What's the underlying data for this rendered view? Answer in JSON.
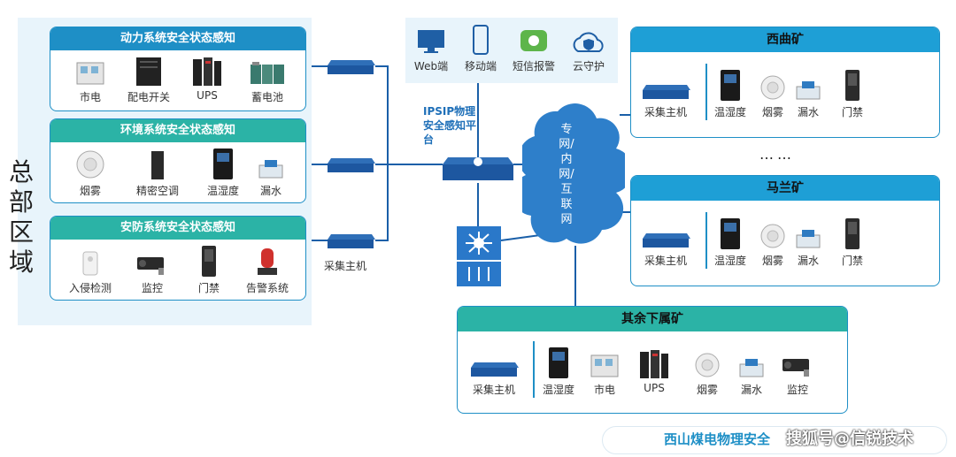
{
  "hq": {
    "label": "总部区域"
  },
  "hq_panels": [
    {
      "title": "动力系统安全状态感知",
      "items": [
        "市电",
        "配电开关",
        "UPS",
        "蓄电池"
      ]
    },
    {
      "title": "环境系统安全状态感知",
      "items": [
        "烟雾",
        "精密空调",
        "温湿度",
        "漏水"
      ]
    },
    {
      "title": "安防系统安全状态感知",
      "items": [
        "入侵检测",
        "监控",
        "门禁",
        "告警系统"
      ]
    }
  ],
  "collector_label": "采集主机",
  "top_terminals": [
    "Web端",
    "移动端",
    "短信报警",
    "云守护"
  ],
  "platform_label": "IPSIP物理安全感知平台",
  "cloud_label": "专网/内网/互联网",
  "mines": [
    {
      "title": "西曲矿",
      "items": [
        "采集主机",
        "温湿度",
        "烟雾",
        "漏水",
        "门禁"
      ]
    },
    {
      "title": "马兰矿",
      "items": [
        "采集主机",
        "温湿度",
        "烟雾",
        "漏水",
        "门禁"
      ]
    },
    {
      "title": "其余下属矿",
      "items": [
        "采集主机",
        "温湿度",
        "市电",
        "UPS",
        "烟雾",
        "漏水",
        "监控"
      ]
    }
  ],
  "ellipsis": "……",
  "footer": {
    "title": "西山煤电物理安全",
    "watermark": "搜狐号@信锐技术"
  },
  "colors": {
    "primary": "#1e8fc6",
    "teal": "#2bb3a6",
    "line": "#1a5fa8",
    "bg": "#e8f4fb"
  }
}
